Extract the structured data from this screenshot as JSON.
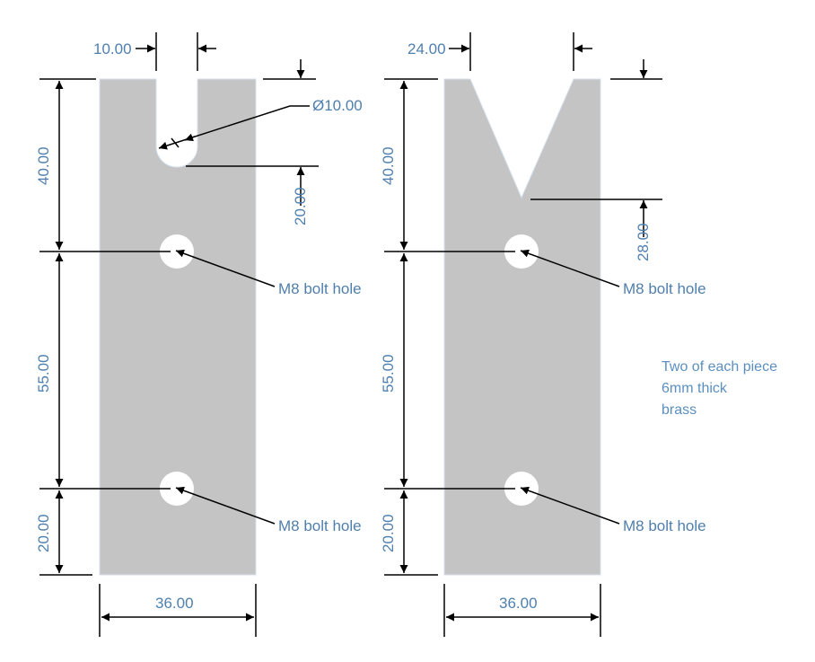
{
  "parts": [
    {
      "notch_type": "u-slot",
      "notch_width": "10.00",
      "notch_diameter": "Ø10.00",
      "notch_depth": "20.00",
      "dim_top_to_hole1": "40.00",
      "dim_hole1_to_hole2": "55.00",
      "dim_hole2_to_bottom": "20.00",
      "width": "36.00",
      "hole_label_1": "M8 bolt hole",
      "hole_label_2": "M8 bolt hole"
    },
    {
      "notch_type": "v-notch",
      "notch_width": "24.00",
      "notch_depth": "28.00",
      "dim_top_to_hole1": "40.00",
      "dim_hole1_to_hole2": "55.00",
      "dim_hole2_to_bottom": "20.00",
      "width": "36.00",
      "hole_label_1": "M8 bolt hole",
      "hole_label_2": "M8 bolt hole"
    }
  ],
  "note_lines": [
    "Two of each piece",
    "6mm thick",
    "brass"
  ],
  "colors": {
    "part_fill": "#c4c4c4",
    "dimension_text": "#4f7fae",
    "lines": "#000000"
  }
}
